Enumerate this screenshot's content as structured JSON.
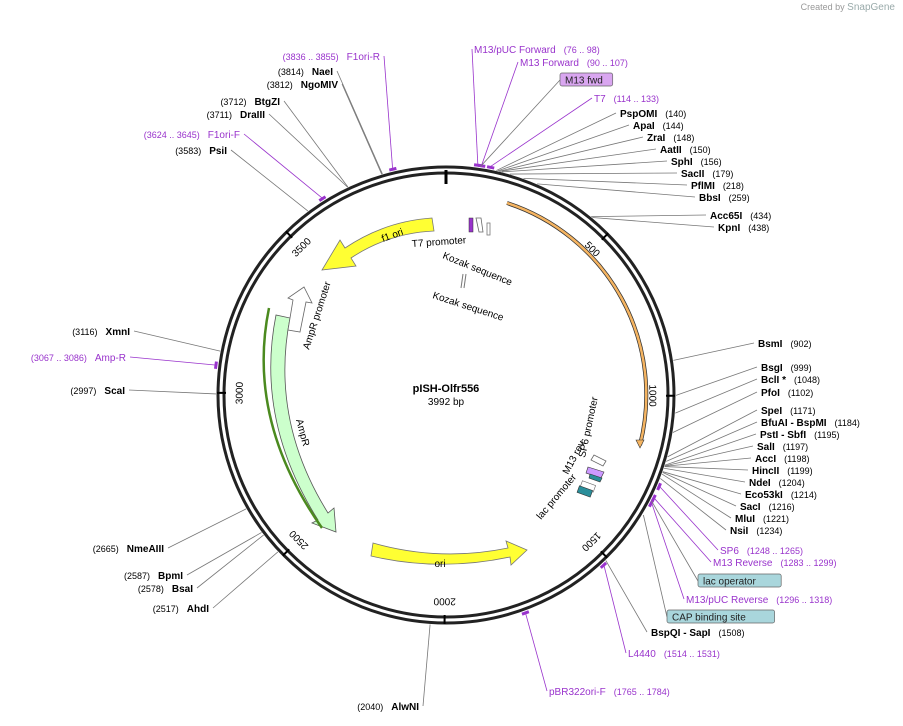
{
  "credit": {
    "created_by": "Created by",
    "brand": "SnapGene"
  },
  "plasmid": {
    "name": "pISH-Olfr556",
    "length_label": "3992 bp",
    "total_bp": 3992
  },
  "ticks": [
    {
      "pos": 500,
      "label": "500"
    },
    {
      "pos": 1000,
      "label": "1000"
    },
    {
      "pos": 1500,
      "label": "1500"
    },
    {
      "pos": 2000,
      "label": "2000"
    },
    {
      "pos": 2500,
      "label": "2500"
    },
    {
      "pos": 3000,
      "label": "3000"
    },
    {
      "pos": 3500,
      "label": "3500"
    }
  ],
  "enzymes": [
    {
      "name": "NaeI",
      "coord": "(3814)",
      "pos": 3814
    },
    {
      "name": "NgoMIV",
      "coord": "(3812)",
      "pos": 3812
    },
    {
      "name": "BtgZI",
      "coord": "(3712)",
      "pos": 3712
    },
    {
      "name": "DraIII",
      "coord": "(3711)",
      "pos": 3711
    },
    {
      "name": "PsiI",
      "coord": "(3583)",
      "pos": 3583
    },
    {
      "name": "XmnI",
      "coord": "(3116)",
      "pos": 3116
    },
    {
      "name": "ScaI",
      "coord": "(2997)",
      "pos": 2997
    },
    {
      "name": "NmeAIII",
      "coord": "(2665)",
      "pos": 2665
    },
    {
      "name": "BpmI",
      "coord": "(2587)",
      "pos": 2587
    },
    {
      "name": "BsaI",
      "coord": "(2578)",
      "pos": 2578
    },
    {
      "name": "AhdI",
      "coord": "(2517)",
      "pos": 2517
    },
    {
      "name": "AlwNI",
      "coord": "(2040)",
      "pos": 2040
    },
    {
      "name": "PspOMI",
      "coord": "(140)",
      "pos": 140
    },
    {
      "name": "ApaI",
      "coord": "(144)",
      "pos": 144
    },
    {
      "name": "ZraI",
      "coord": "(148)",
      "pos": 148
    },
    {
      "name": "AatII",
      "coord": "(150)",
      "pos": 150
    },
    {
      "name": "SphI",
      "coord": "(156)",
      "pos": 156
    },
    {
      "name": "SacII",
      "coord": "(179)",
      "pos": 179
    },
    {
      "name": "PflMI",
      "coord": "(218)",
      "pos": 218
    },
    {
      "name": "BbsI",
      "coord": "(259)",
      "pos": 259
    },
    {
      "name": "Acc65I",
      "coord": "(434)",
      "pos": 434
    },
    {
      "name": "KpnI",
      "coord": "(438)",
      "pos": 438
    },
    {
      "name": "BsmI",
      "coord": "(902)",
      "pos": 902
    },
    {
      "name": "BsgI",
      "coord": "(999)",
      "pos": 999
    },
    {
      "name": "BclI *",
      "coord": "(1048)",
      "pos": 1048
    },
    {
      "name": "PfoI",
      "coord": "(1102)",
      "pos": 1102
    },
    {
      "name": "SpeI",
      "coord": "(1171)",
      "pos": 1171
    },
    {
      "name": "BfuAI - BspMI",
      "coord": "(1184)",
      "pos": 1184
    },
    {
      "name": "PstI - SbfI",
      "coord": "(1195)",
      "pos": 1195
    },
    {
      "name": "SalI",
      "coord": "(1197)",
      "pos": 1197
    },
    {
      "name": "AccI",
      "coord": "(1198)",
      "pos": 1198
    },
    {
      "name": "HincII",
      "coord": "(1199)",
      "pos": 1199
    },
    {
      "name": "NdeI",
      "coord": "(1204)",
      "pos": 1204
    },
    {
      "name": "Eco53kI",
      "coord": "(1214)",
      "pos": 1214
    },
    {
      "name": "SacI",
      "coord": "(1216)",
      "pos": 1216
    },
    {
      "name": "MluI",
      "coord": "(1221)",
      "pos": 1221
    },
    {
      "name": "NsiI",
      "coord": "(1234)",
      "pos": 1234
    },
    {
      "name": "BspQI - SapI",
      "coord": "(1508)",
      "pos": 1508
    }
  ],
  "primers": [
    {
      "name": "F1ori-R",
      "coord": "(3836 .. 3855)",
      "pos": 3845
    },
    {
      "name": "F1ori-F",
      "coord": "(3624 .. 3645)",
      "pos": 3635
    },
    {
      "name": "Amp-R",
      "coord": "(3067 .. 3086)",
      "pos": 3076
    },
    {
      "name": "M13/pUC Forward",
      "coord": "(76 .. 98)",
      "pos": 87
    },
    {
      "name": "M13 Forward",
      "coord": "(90 .. 107)",
      "pos": 98
    },
    {
      "name": "T7",
      "coord": "(114 .. 133)",
      "pos": 123
    },
    {
      "name": "SP6",
      "coord": "(1248 .. 1265)",
      "pos": 1256
    },
    {
      "name": "M13 Reverse",
      "coord": "(1283 .. 1299)",
      "pos": 1291
    },
    {
      "name": "M13/pUC Reverse",
      "coord": "(1296 .. 1318)",
      "pos": 1307
    },
    {
      "name": "L4440",
      "coord": "(1514 .. 1531)",
      "pos": 1522
    },
    {
      "name": "pBR322ori-F",
      "coord": "(1765 .. 1784)",
      "pos": 1774
    }
  ],
  "boxed_labels": [
    {
      "name": "M13 fwd",
      "pos": 95,
      "color": "#d9a6f0"
    },
    {
      "name": "lac operator",
      "pos": 1300,
      "color": "#a9d6dc"
    },
    {
      "name": "CAP binding site",
      "pos": 1345,
      "color": "#a9d6dc"
    }
  ],
  "features": [
    {
      "name": "f1 ori",
      "color": "#ffff00"
    },
    {
      "name": "ori",
      "color": "#ffff00"
    },
    {
      "name": "AmpR",
      "color": "#ccffcc"
    },
    {
      "name": "AmpR promoter",
      "color": "#ffffff"
    },
    {
      "name": "T7 promoter",
      "color": "#ffffff"
    },
    {
      "name": "Kozak sequence",
      "color": "#ffffff"
    },
    {
      "name": "Kozak sequence 2",
      "label": "Kozak sequence",
      "color": "#ffffff"
    },
    {
      "name": "SP6 promoter",
      "color": "#ffffff"
    },
    {
      "name": "M13 rev",
      "color": "#cc99ff"
    },
    {
      "name": "lac promoter",
      "color": "#2a8e9a"
    }
  ],
  "colors": {
    "primer": "#9933cc",
    "enzyme_line": "#666666",
    "insert": "#f5a623",
    "ring": "#222222"
  }
}
